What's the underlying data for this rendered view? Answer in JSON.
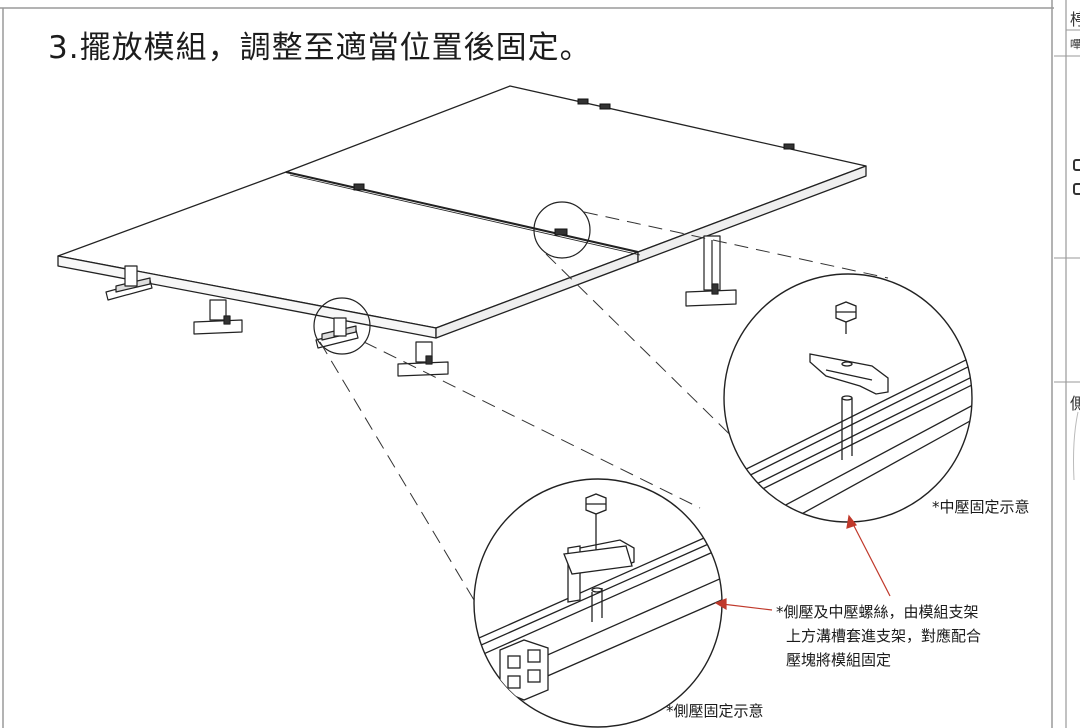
{
  "document": {
    "title": "3.擺放模組，調整至適當位置後固定。",
    "captions": {
      "middle_clamp": "*中壓固定示意",
      "side_clamp": "*側壓固定示意",
      "note_lines": [
        "*側壓及中壓螺絲，由模組支架",
        "上方溝槽套進支架，對應配合",
        "壓塊將模組固定"
      ]
    },
    "side_fragments": {
      "top_char": "楟",
      "top_small": "嗶",
      "mid_char": "側"
    }
  },
  "colors": {
    "line": "#222222",
    "leader": "#c0392b",
    "frame": "#9a9a9a"
  }
}
